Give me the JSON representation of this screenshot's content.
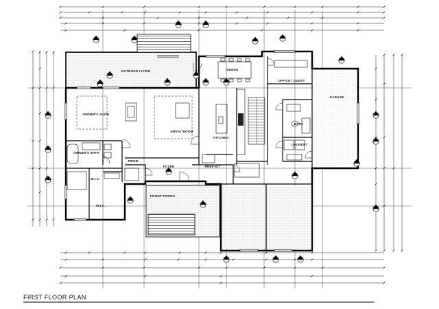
{
  "drawing": {
    "title": "FIRST FLOOR PLAN"
  },
  "rooms": {
    "outdoor_living": "OUTDOOR LIVING",
    "dining": "DINING",
    "office_guest": "OFFICE / GUEST",
    "garage": "GARAGE",
    "owners_suite": "OWNER'S SUITE",
    "great_room": "GREAT ROOM",
    "kitchen": "KITCHEN",
    "bath": "BATH",
    "laundry": "LAUNDRY",
    "owners_bath": "OWNER'S BATH",
    "foyer": "FOYER",
    "prep_kit": "PREP KIT",
    "wic_a": "W.I.C.",
    "wic_b": "W.I.C.",
    "pwdr": "PWDR",
    "front_porch": "FRONT PORCH"
  },
  "colors": {
    "ink": "#000000",
    "paper": "#ffffff",
    "hatch": "#9a9a9a"
  }
}
